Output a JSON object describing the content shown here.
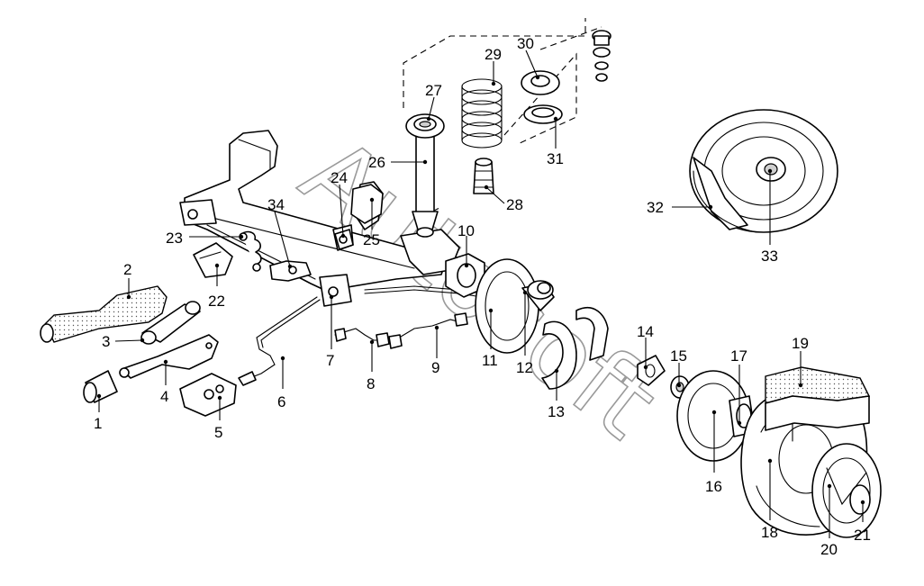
{
  "diagram": {
    "watermark": "Autosoft",
    "callouts": [
      "1",
      "2",
      "3",
      "4",
      "5",
      "6",
      "7",
      "8",
      "9",
      "10",
      "11",
      "12",
      "13",
      "14",
      "15",
      "16",
      "17",
      "18",
      "19",
      "20",
      "21",
      "22",
      "23",
      "24",
      "25",
      "26",
      "27",
      "28",
      "29",
      "30",
      "31",
      "32",
      "33",
      "34"
    ]
  }
}
